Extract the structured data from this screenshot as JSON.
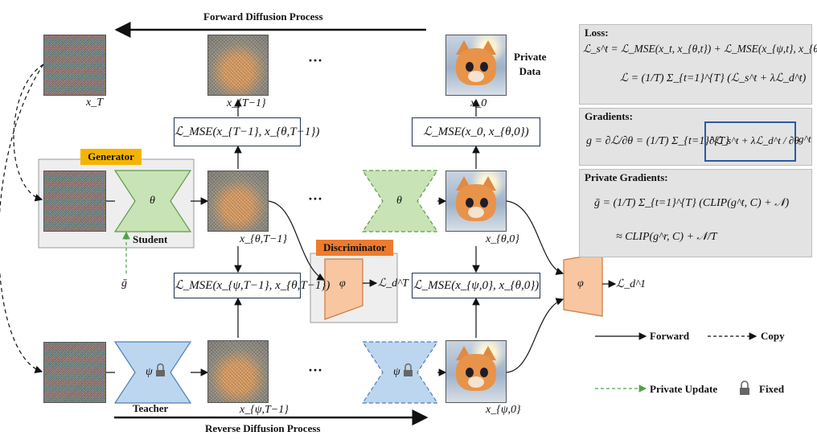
{
  "top_arrow_label": "Forward Diffusion Process",
  "bottom_arrow_label": "Reverse Diffusion Process",
  "private_data_label": "Private Data",
  "ellipsis": "···",
  "labels": {
    "xT": "x_T",
    "xT1": "x_{T−1}",
    "x0": "x_0",
    "x_theta_T1": "x_{θ,T−1}",
    "x_theta_0": "x_{θ,0}",
    "x_psi_T1": "x_{ψ,T−1}",
    "x_psi_0": "x_{ψ,0}",
    "g_bar": "ḡ"
  },
  "loss_boxes": {
    "mse_T1": "ℒ_MSE(x_{T−1}, x_{θ,T−1})",
    "mse_0": "ℒ_MSE(x_0, x_{θ,0})",
    "mse_psi_T1": "ℒ_MSE(x_{ψ,T−1}, x_{θ,T−1})",
    "mse_psi_0": "ℒ_MSE(x_{ψ,0}, x_{θ,0})"
  },
  "generator": {
    "tag": "Generator",
    "student_label": "Student",
    "param": "θ"
  },
  "discriminator": {
    "tag": "Discriminator",
    "param": "φ",
    "output": "ℒ_d^T"
  },
  "discriminator_right": {
    "param": "φ",
    "output": "ℒ_d^1"
  },
  "teacher": {
    "label": "Teacher",
    "param": "ψ"
  },
  "theta_dashed": "θ",
  "psi_dashed": "ψ",
  "legend": {
    "forward": "Forward",
    "copy": "Copy",
    "private_update": "Private Update",
    "fixed": "Fixed"
  },
  "panels": {
    "loss": {
      "title": "Loss:",
      "eq1": "ℒ_s^t = ℒ_MSE(x_t, x_{θ,t}) + ℒ_MSE(x_{ψ,t}, x_{θ,t})",
      "eq2": "ℒ = (1/T) Σ_{t=1}^{T} (ℒ_s^t + λℒ_d^t)"
    },
    "gradients": {
      "title": "Gradients:",
      "eq": "g = ∂ℒ/∂θ = (1/T) Σ_{t=1}^{T}",
      "boxed": "∂ℒ_s^t + λℒ_d^t / ∂θ",
      "out": "g^t"
    },
    "private": {
      "title": "Private Gradients:",
      "eq1": "ḡ = (1/T) Σ_{t=1}^{T} (CLIP(g^t, C) + 𝒩)",
      "eq2": "≈ CLIP(g^r, C) + 𝒩/T"
    }
  },
  "colors": {
    "generator_tag": "#f5b400",
    "discriminator_tag": "#ee7b2d",
    "student_fill": "#c8e3b5",
    "student_stroke": "#5e9b48",
    "disc_fill": "#f8c6a0",
    "disc_stroke": "#d0783c",
    "teacher_fill": "#bcd6ef",
    "teacher_stroke": "#4f7fb7",
    "private_update": "#4fa34a"
  }
}
